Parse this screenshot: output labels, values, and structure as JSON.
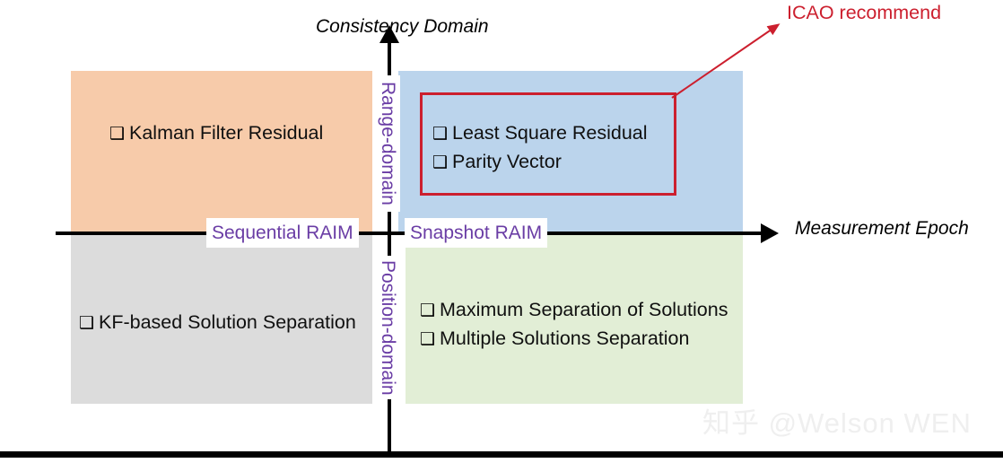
{
  "axes": {
    "y_title": "Consistency Domain",
    "x_title": "Measurement Epoch",
    "y_upper_label": "Range-domain",
    "y_lower_label": "Position-domain",
    "x_left_label": "Sequential RAIM",
    "x_right_label": "Snapshot RAIM"
  },
  "quadrants": {
    "top_left": {
      "fill": "#F7CBAA",
      "items": [
        "Kalman Filter Residual"
      ]
    },
    "top_right": {
      "fill": "#BBD4EC",
      "items": [
        "Least Square Residual",
        "Parity Vector"
      ]
    },
    "bottom_left": {
      "fill": "#DCDCDC",
      "items": [
        "KF-based Solution Separation"
      ]
    },
    "bottom_right": {
      "fill": "#E2EED6",
      "items": [
        "Maximum Separation of Solutions",
        "Multiple Solutions Separation"
      ]
    }
  },
  "callout": {
    "label": "ICAO recommend",
    "color": "#CC1F2E"
  },
  "highlight_box": {
    "border_color": "#CC1F2E"
  },
  "bullet_glyph": "❑",
  "watermark": "知乎 @Welson WEN"
}
